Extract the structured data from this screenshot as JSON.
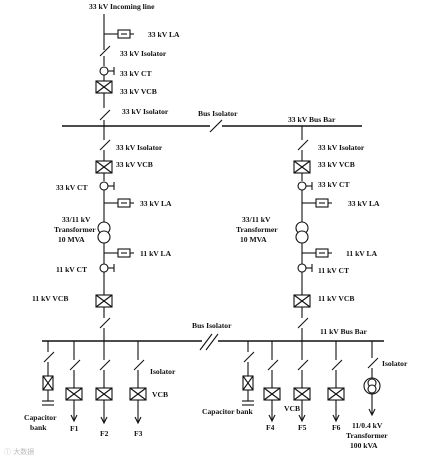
{
  "diagram": {
    "title": "33 kV Incoming line",
    "left_branch": {
      "la_33": "33 kV LA",
      "isolator_33": "33 kV Isolator",
      "ct_33": "33 kV CT",
      "vcb_33": "33 kV VCB",
      "isolator_below_vcb": "33 kV Isolator",
      "bus_isolator_33": "Bus Isolator",
      "bus_bar_33": "33 kV Bus Bar"
    },
    "transformer_left": {
      "isolator": "33 kV Isolator",
      "vcb": "33 kV VCB",
      "ct": "33 kV CT",
      "la": "33 kV LA",
      "transformer_line1": "33/11 kV",
      "transformer_line2": "Transformer",
      "transformer_line3": "10 MVA",
      "la_11": "11 kV LA",
      "ct_11": "11 kV CT",
      "vcb_11": "11 kV VCB"
    },
    "transformer_right": {
      "isolator": "33 kV Isolator",
      "vcb": "33 kV VCB",
      "ct": "33 kV CT",
      "la": "33 kV LA",
      "transformer_line1": "33/11 kV",
      "transformer_line2": "Transformer",
      "transformer_line3": "10 MVA",
      "la_11": "11 kV LA",
      "ct_11": "11 kV CT",
      "vcb_11": "11 kV VCB"
    },
    "lower_bus": {
      "bus_isolator": "Bus Isolator",
      "bus_bar": "11 kV Bus Bar",
      "isolator_left": "Isolator",
      "isolator_right": "Isolator",
      "vcb_left": "VCB",
      "vcb_right": "VCB",
      "capacitor_left_line1": "Capacitor",
      "capacitor_left_line2": "bank",
      "capacitor_right": "Capacitor bank",
      "feeders": [
        "F1",
        "F2",
        "F3",
        "F4",
        "F5",
        "F6"
      ],
      "aux_transformer_line1": "11/0.4 kV",
      "aux_transformer_line2": "Transformer",
      "aux_transformer_line3": "100 kVA"
    },
    "watermark": "ⓘ 大数据"
  }
}
